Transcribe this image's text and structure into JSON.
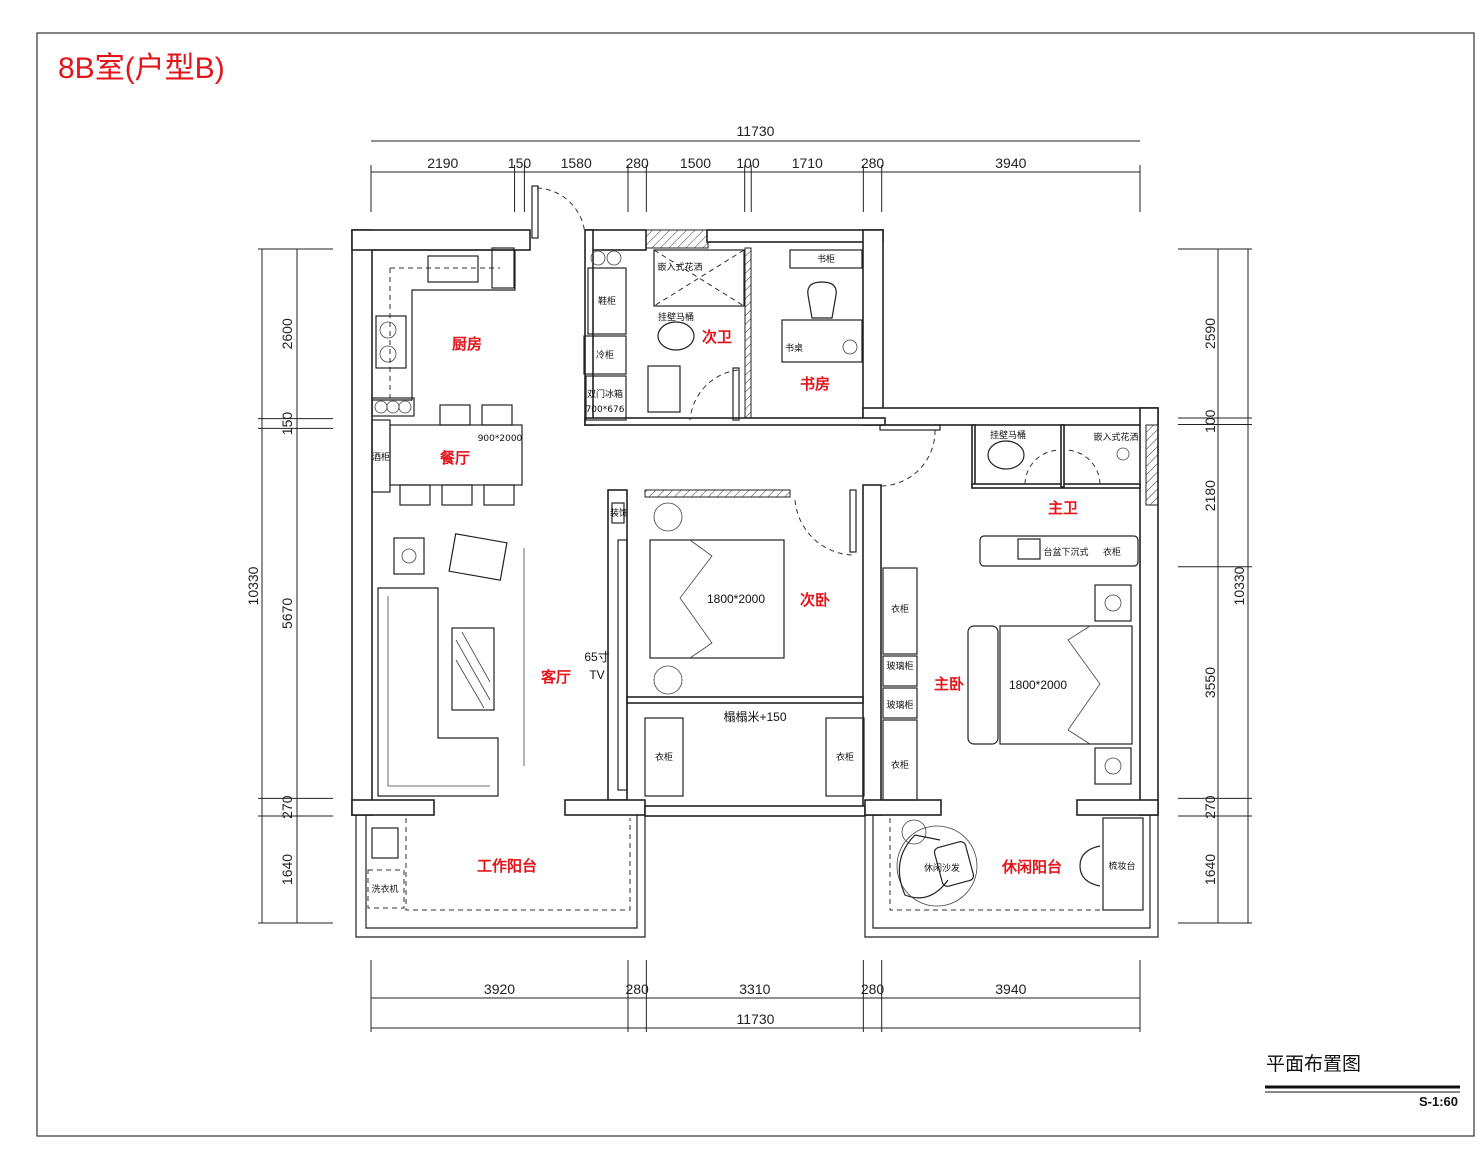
{
  "title": "8B室(户型B)",
  "drawing_name": "平面布置图",
  "scale": "S-1:60",
  "rooms": {
    "kitchen": "厨房",
    "dining": "餐厅",
    "living": "客厅",
    "second_bath": "次卫",
    "study": "书房",
    "second_bedroom": "次卧",
    "master_bath": "主卫",
    "master_bedroom": "主卧",
    "work_balcony": "工作阳台",
    "leisure_balcony": "休闲阳台"
  },
  "annotations": {
    "shoe_cabinet": "鞋柜",
    "tall_cabinet": "冷柜",
    "fridge": "双门冰箱",
    "fridge_size": "700*676",
    "shower_1": "嵌入式花洒",
    "toilet_1": "挂壁马桶",
    "bookcase": "书柜",
    "desk": "书桌",
    "wine_cabinet": "酒柜",
    "table_size": "900*2000",
    "tv_size": "65寸",
    "tv": "TV",
    "decor": "装饰",
    "bed2_size": "1800*2000",
    "tatami": "榻榻米+150",
    "wardrobe": "衣柜",
    "glass_cabinet": "玻璃柜",
    "toilet_2": "挂壁马桶",
    "shower_2": "嵌入式花洒",
    "basin": "台盆下沉式",
    "bath_cabinet": "衣柜",
    "bed1_size": "1800*2000",
    "washer": "洗衣机",
    "lounge_sofa": "休闲沙发",
    "dresser": "梳妆台"
  },
  "dimensions": {
    "top": {
      "total": "11730",
      "segments": [
        "2190",
        "150",
        "1580",
        "280",
        "1500",
        "100",
        "1710",
        "280",
        "3940"
      ]
    },
    "bottom": {
      "total": "11730",
      "segments": [
        "3920",
        "280",
        "3310",
        "280",
        "3940"
      ]
    },
    "left": {
      "total": "10330",
      "segments": [
        "2600",
        "150",
        "5670",
        "270",
        "1640"
      ]
    },
    "right": {
      "total": "10330",
      "segments": [
        "2590",
        "100",
        "2180",
        "3550",
        "270",
        "1640"
      ]
    }
  },
  "colors": {
    "label_red": "#e3141b",
    "line": "#222222"
  }
}
